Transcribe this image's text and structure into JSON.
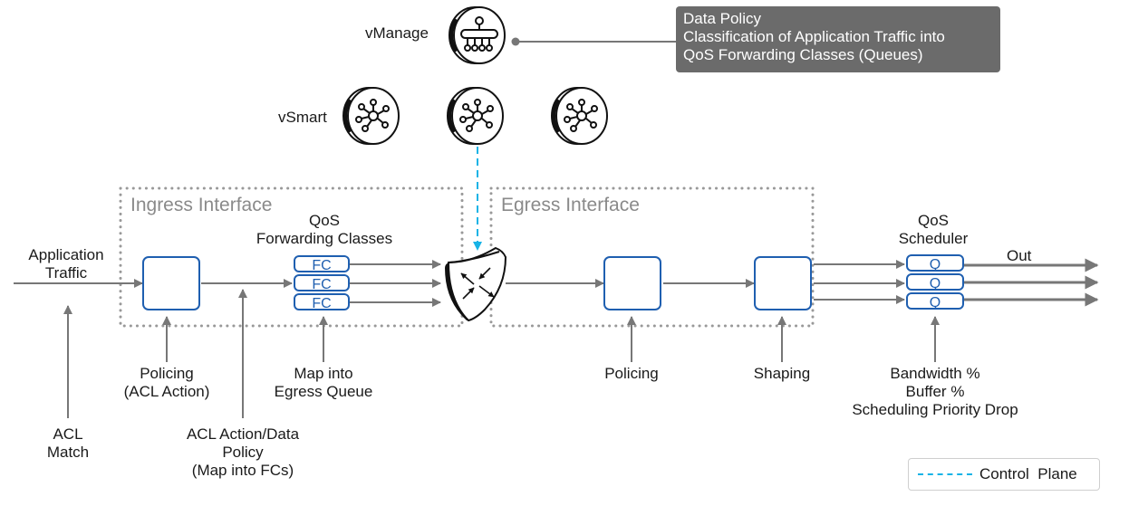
{
  "controllers": {
    "vmanage_label": "vManage",
    "vsmart_label": "vSmart",
    "vsmart_count": 3
  },
  "callout": {
    "lines": [
      "Data Policy",
      "Classification of Application Traffic into",
      "QoS Forwarding Classes (Queues)"
    ]
  },
  "ingress": {
    "region_label": "Ingress Interface",
    "input_label": [
      "Application",
      "Traffic"
    ],
    "fc_title": [
      "QoS",
      "Forwarding Classes"
    ],
    "fc_items": [
      "FC",
      "FC",
      "FC"
    ],
    "annotations": {
      "acl_match": [
        "ACL",
        "Match"
      ],
      "policing": [
        "Policing",
        "(ACL Action)"
      ],
      "acl_action": [
        "ACL Action/Data",
        "Policy",
        "(Map into FCs)"
      ],
      "map_queue": [
        "Map into",
        "Egress Queue"
      ]
    }
  },
  "egress": {
    "region_label": "Egress Interface",
    "scheduler_title": [
      "QoS",
      "Scheduler"
    ],
    "queue_items": [
      "Q",
      "Q",
      "Q"
    ],
    "output_label": "Out",
    "annotations": {
      "policing": "Policing",
      "shaping": "Shaping",
      "scheduler": [
        "Bandwidth %",
        "Buffer %",
        "Scheduling Priority Drop"
      ]
    }
  },
  "legend": {
    "control_plane": "Control  Plane",
    "control_plane_color": "#17b3e6"
  },
  "colors": {
    "accent_blue": "#1f5fb0",
    "arrow_gray": "#777777",
    "callout_bg": "#6b6b6b"
  }
}
